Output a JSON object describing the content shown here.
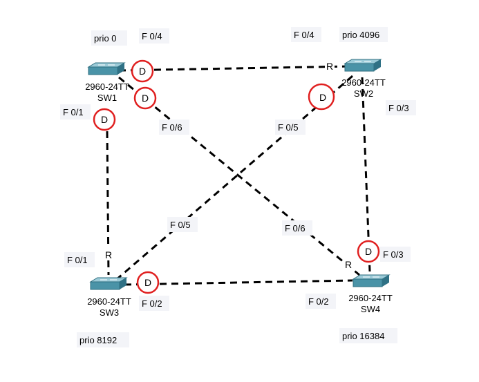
{
  "colors": {
    "link": "#000000",
    "circle": "#e02020",
    "label_bg": "#f3f4f8",
    "switch_top": "#7fb6c6",
    "switch_side": "#3b7f92",
    "text": "#000000"
  },
  "switches": {
    "sw1": {
      "model": "2960-24TT",
      "name": "SW1",
      "priority": "prio 0"
    },
    "sw2": {
      "model": "2960-24TT",
      "name": "SW2",
      "priority": "prio 4096"
    },
    "sw3": {
      "model": "2960-24TT",
      "name": "SW3",
      "priority": "prio 8192"
    },
    "sw4": {
      "model": "2960-24TT",
      "name": "SW4",
      "priority": "prio 16384"
    }
  },
  "ports": {
    "sw1_f04": "F 0/4",
    "sw1_f01": "F 0/1",
    "sw1_f06": "F 0/6",
    "sw2_f04": "F 0/4",
    "sw2_f05": "F 0/5",
    "sw2_f03": "F 0/3",
    "sw3_f01": "F 0/1",
    "sw3_f05": "F 0/5",
    "sw3_f02": "F 0/2",
    "sw4_f06": "F 0/6",
    "sw4_f03": "F 0/3",
    "sw4_f02": "F 0/2"
  },
  "port_roles": {
    "sw1_f04": "D",
    "sw1_f06": "D",
    "sw1_f01": "D",
    "sw2_f04": "R",
    "sw2_f05": "D",
    "sw3_f01": "R",
    "sw3_f02": "D",
    "sw4_f03": "D",
    "sw4_f06": "R"
  }
}
